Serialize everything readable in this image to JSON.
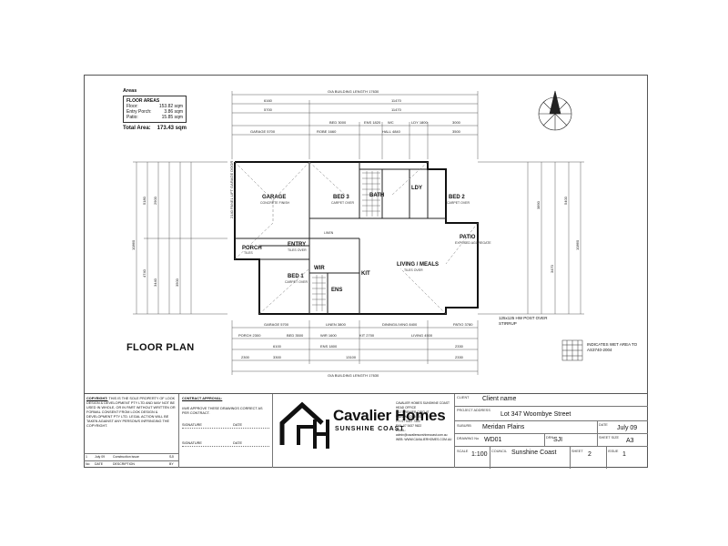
{
  "areas": {
    "heading": "Areas",
    "box_title": "FLOOR AREAS",
    "rows": [
      {
        "label": "Floor:",
        "value": "153.82 sqm"
      },
      {
        "label": "Entry Porch:",
        "value": "3.86 sqm"
      },
      {
        "label": "Patio:",
        "value": "15.85 sqm"
      }
    ],
    "total_label": "Total Area:",
    "total_value": "173.43 sqm"
  },
  "plan": {
    "title": "FLOOR PLAN",
    "overall_top": "O/A BUILDING LENGTH 17630",
    "overall_bottom": "O/A BUILDING LENGTH 17630",
    "top_dims": [
      "6160",
      "11470",
      "5700",
      "11470",
      "3000",
      "3500"
    ],
    "room_dims_top": [
      "GARAGE 5700",
      "BED 3000",
      "ENS 1820",
      "WC",
      "LDY 1800",
      "BED 3000",
      "ROBE 1660",
      "HALL 4840",
      "BED 3500"
    ],
    "bottom_dims": [
      "GARAGE 5700",
      "LINEN 3800",
      "DINING/LIVING 8400",
      "PATIO 3780",
      "PORCH 2300",
      "BED 3500",
      "WIR 1600",
      "KIT 2700",
      "LIVING 4500",
      "6100",
      "ENS 1800",
      "2330",
      "2300",
      "3300",
      "13100",
      "2330"
    ],
    "left_dims": [
      "10860",
      "5180",
      "4740",
      "2900",
      "3440",
      "3500"
    ],
    "right_dims": [
      "10860",
      "5400",
      "3470",
      "3890"
    ],
    "rooms": [
      {
        "name": "GARAGE",
        "sub": "CONCRETE FINISH"
      },
      {
        "name": "BED 3",
        "sub": "CARPET OVER"
      },
      {
        "name": "BATH",
        "sub": ""
      },
      {
        "name": "LDY",
        "sub": ""
      },
      {
        "name": "BED 2",
        "sub": "CARPET OVER"
      },
      {
        "name": "ENTRY",
        "sub": "TILES OVER"
      },
      {
        "name": "PORCH",
        "sub": "TILES"
      },
      {
        "name": "BED 1",
        "sub": "CARPET OVER"
      },
      {
        "name": "KIT",
        "sub": ""
      },
      {
        "name": "ENS",
        "sub": ""
      },
      {
        "name": "WIR",
        "sub": ""
      },
      {
        "name": "LINEN",
        "sub": ""
      },
      {
        "name": "LIVING / MEALS",
        "sub": "TILES OVER"
      },
      {
        "name": "PATIO",
        "sub": "EXPOSED AGGREGATE"
      }
    ],
    "garage_door": "2140 PANEL LIFT GARAGE DOOR",
    "post_note": "125x125 HW POST OVER STIRRUP",
    "wet_note": "INDICATES WET AREA TO AS3740-2004"
  },
  "copyright": {
    "heading": "COPYRIGHT:",
    "text": "THIS IS THE SOLE PROPERTY OF LOOK DESIGN & DEVELOPMENT PTY LTD AND MAY NOT BE USED IN WHOLE, OR IN PART WITHOUT WRITTEN OR FORMAL CONSENT FROM LOOK DESIGN & DEVELOPMENT PTY LTD. LEGAL ACTION WILL BE TAKEN AGAINST ANY PERSON/S INFRINGING THE COPYRIGHT."
  },
  "approval": {
    "heading": "CONTRACT APPROVAL:",
    "text": "I/WE APPROVE THESE DRAWINGS CORRECT AS PER CONTRACT.",
    "signature": "SIGNATURE",
    "date": "DATE"
  },
  "revisions": {
    "rows": [
      {
        "no": "1",
        "date": "July 09",
        "desc": "Construction issue",
        "by": "SJI"
      }
    ],
    "header": {
      "no": "No",
      "date": "DATE",
      "desc": "DESCRIPTION",
      "by": "BY"
    }
  },
  "company": {
    "name": "Cavalier Homes",
    "sub": "SUNSHINE COAST",
    "address": "CAVALIER HOMES SUNSHINE COAST\nHEAD OFFICE\n1/17 PREMIER CIRCUIT\nWARANA QLD 4575\nPH: 07 5437 7300\nFAX: 07 5437 9622\nEMAIL: admin@cavaliersunshinecoast.com.au\nWEB: WWW.CAVALIERHOMES.COM.AU"
  },
  "titleblock": {
    "client_label": "CLIENT",
    "client": "Client name",
    "project_label": "PROJECT ADDRESS",
    "project": "Lot 347 Woombye Street",
    "suburb_label": "SUBURB",
    "suburb": "Meridan Plains",
    "date_label": "DATE",
    "date": "July 09",
    "drawing_label": "DRAWING No",
    "drawing": "WD01",
    "drn_label": "DRN",
    "drn": "SJI",
    "sheetsize_label": "SHEET SIZE",
    "sheetsize": "A3",
    "scale_label": "SCALE",
    "scale": "1:100",
    "council_label": "COUNCIL",
    "council": "Sunshine Coast",
    "sheet_label": "SHEET",
    "sheet": "2",
    "issue_label": "ISSUE",
    "issue": "1"
  }
}
